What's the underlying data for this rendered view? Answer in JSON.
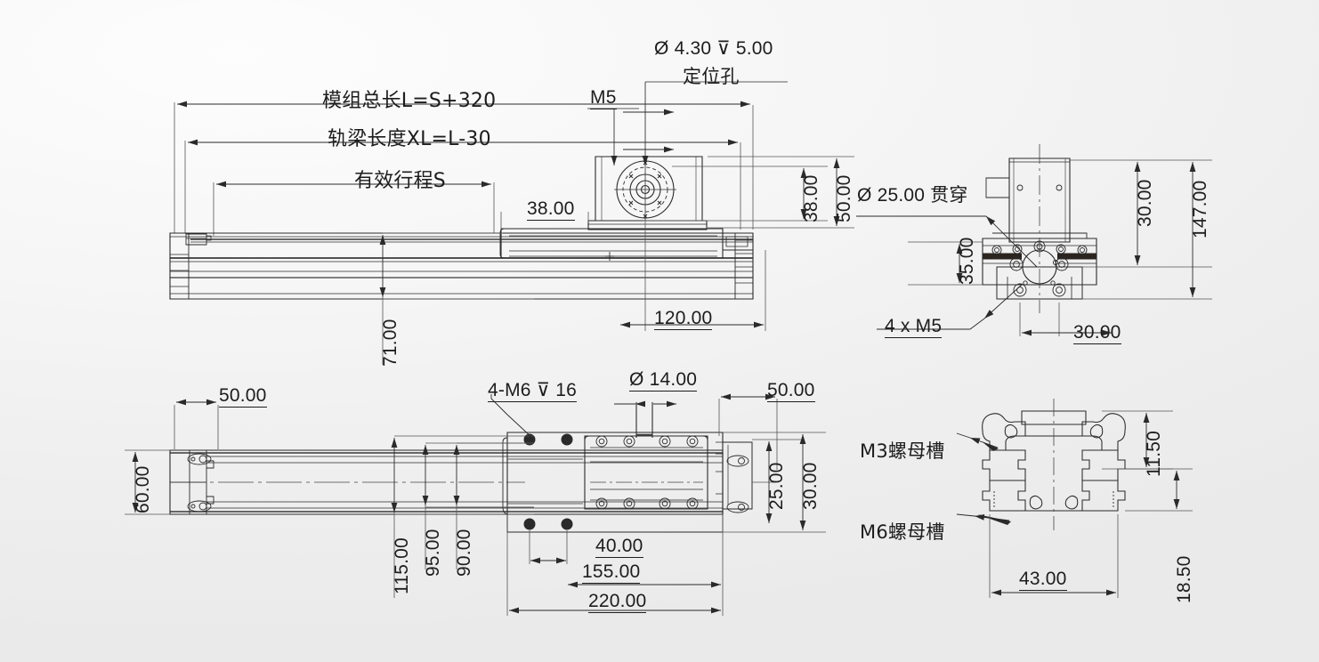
{
  "drawing": {
    "title": "Linear Actuator Module Technical Drawing",
    "units": "mm",
    "line_color": "#2a2a2a",
    "bg_color": "#f2f2f2"
  },
  "views": {
    "front": {
      "name": "front-elevation-view",
      "labels": {
        "total_length": "模组总长L=S+320",
        "rail_length": "轨梁长度XL=L-30",
        "effective_stroke": "有效行程S",
        "m5_note": "M5",
        "hole_spec": "Ø 4.30 ⊽ 5.00",
        "hole_name": "定位孔",
        "dim_38_slider": "38.00",
        "dim_38_right": "38.00",
        "dim_50_right": "50.00",
        "dim_71": "71.00",
        "dim_120": "120.00"
      }
    },
    "side": {
      "name": "right-side-section-view",
      "labels": {
        "bore_note": "Ø 25.00 贯穿",
        "four_m5": "4 x  M5",
        "dim_35": "35.00",
        "dim_30_v": "30.00",
        "dim_147": "147.00",
        "dim_30_h": "30.00"
      }
    },
    "plan": {
      "name": "bottom-plan-view",
      "labels": {
        "dim_60": "60.00",
        "dim_50_left": "50.00",
        "tap_note": "4-M6 ⊽ 16",
        "hole_14": "Ø 14.00",
        "dim_50_right": "50.00",
        "dim_25": "25.00",
        "dim_30": "30.00",
        "dim_115": "115.00",
        "dim_95": "95.00",
        "dim_90": "90.00",
        "dim_40": "40.00",
        "dim_155": "155.00",
        "dim_220": "220.00"
      }
    },
    "profile": {
      "name": "extrusion-cross-section-view",
      "labels": {
        "m3_slot": "M3螺母槽",
        "m6_slot": "M6螺母槽",
        "dim_43": "43.00",
        "dim_11_5": "11.50",
        "dim_18_5": "18.50"
      }
    }
  }
}
